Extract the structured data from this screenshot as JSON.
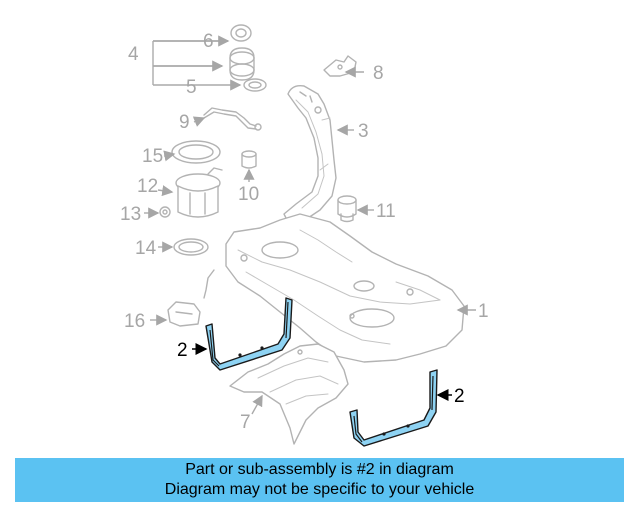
{
  "callouts": {
    "c1": "1",
    "c2a": "2",
    "c2b": "2",
    "c3": "3",
    "c4": "4",
    "c5": "5",
    "c6": "6",
    "c7": "7",
    "c8": "8",
    "c9": "9",
    "c10": "10",
    "c11": "11",
    "c12": "12",
    "c13": "13",
    "c14": "14",
    "c15": "15",
    "c16": "16"
  },
  "highlight_color": "#5bc2f2",
  "banner": {
    "line1": "Part or sub-assembly is #2 in diagram",
    "line2": "Diagram may not be specific to your vehicle"
  }
}
